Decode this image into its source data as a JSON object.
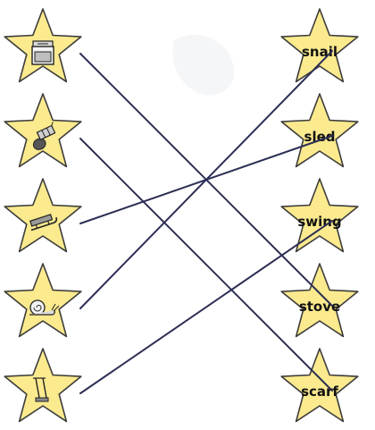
{
  "colors": {
    "star_fill": "#FBEA8E",
    "star_stroke": "#3C3C3C",
    "line": "#2D2F55",
    "smudge": "#ECEEF2"
  },
  "left_items": [
    {
      "icon": "stove-icon"
    },
    {
      "icon": "scarf-icon"
    },
    {
      "icon": "sled-icon"
    },
    {
      "icon": "snail-icon"
    },
    {
      "icon": "swing-icon"
    }
  ],
  "right_items": [
    {
      "label": "snail"
    },
    {
      "label": "sled"
    },
    {
      "label": "swing"
    },
    {
      "label": "stove"
    },
    {
      "label": "scarf"
    }
  ],
  "matches": [
    {
      "from": 0,
      "to": 3
    },
    {
      "from": 1,
      "to": 4
    },
    {
      "from": 2,
      "to": 1
    },
    {
      "from": 3,
      "to": 0
    },
    {
      "from": 4,
      "to": 2
    }
  ]
}
